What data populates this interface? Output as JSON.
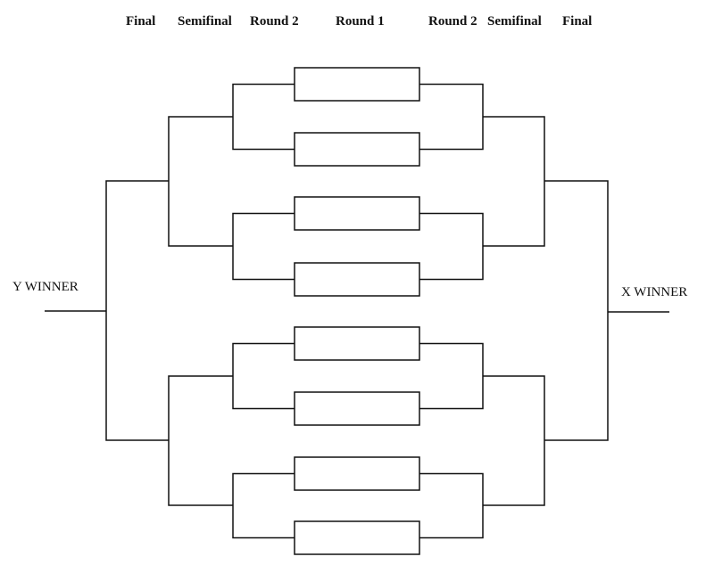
{
  "headers": {
    "left_final": "Final",
    "left_semifinal": "Semifinal",
    "left_round2": "Round 2",
    "round1": "Round 1",
    "right_round2": "Round 2",
    "right_semifinal": "Semifinal",
    "right_final": "Final"
  },
  "winners": {
    "left": "Y  WINNER",
    "right": "X  WINNER"
  },
  "bracket": {
    "round1_slots": 8,
    "colors": {
      "line": "#111111",
      "background": "#ffffff"
    }
  }
}
